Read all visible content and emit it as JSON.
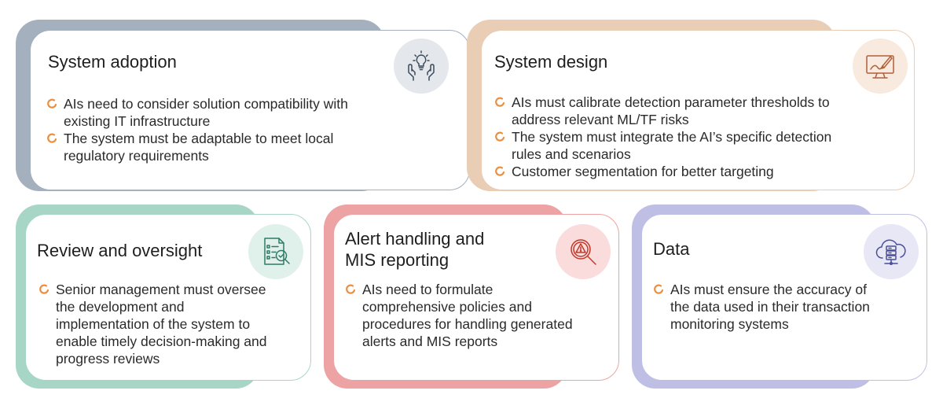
{
  "colors": {
    "adoption": "#A4B0BD",
    "design": "#E9CDB5",
    "review": "#A7D6C7",
    "alert": "#EDA3A3",
    "data": "#BFBFE5",
    "bullet": "#EE8E3B"
  },
  "cards": [
    {
      "key": "adoption",
      "title": "System adoption",
      "icon": "hands-bulb-icon",
      "bullets": [
        "AIs need to consider solution compatibility with existing IT infrastructure",
        "The system must be adaptable to meet local regulatory requirements"
      ]
    },
    {
      "key": "design",
      "title": "System design",
      "icon": "monitor-pen-icon",
      "bullets": [
        "AIs must calibrate detection parameter thresholds to address relevant ML/TF risks",
        "The system must integrate the AI’s specific detection rules and scenarios",
        "Customer segmentation for better targeting"
      ]
    },
    {
      "key": "review",
      "title": "Review and oversight",
      "icon": "document-check-icon",
      "bullets": [
        "Senior management must oversee the development and implementation of the system to enable timely decision-making and progress reviews"
      ]
    },
    {
      "key": "alert",
      "title": "Alert handling and MIS reporting",
      "icon": "alert-magnifier-icon",
      "bullets": [
        "AIs need to formulate comprehensive policies and procedures for handling generated alerts and MIS reports"
      ]
    },
    {
      "key": "data",
      "title": "Data",
      "icon": "cloud-server-icon",
      "bullets": [
        "AIs must ensure the accuracy of the data used in their transaction monitoring systems"
      ]
    }
  ]
}
